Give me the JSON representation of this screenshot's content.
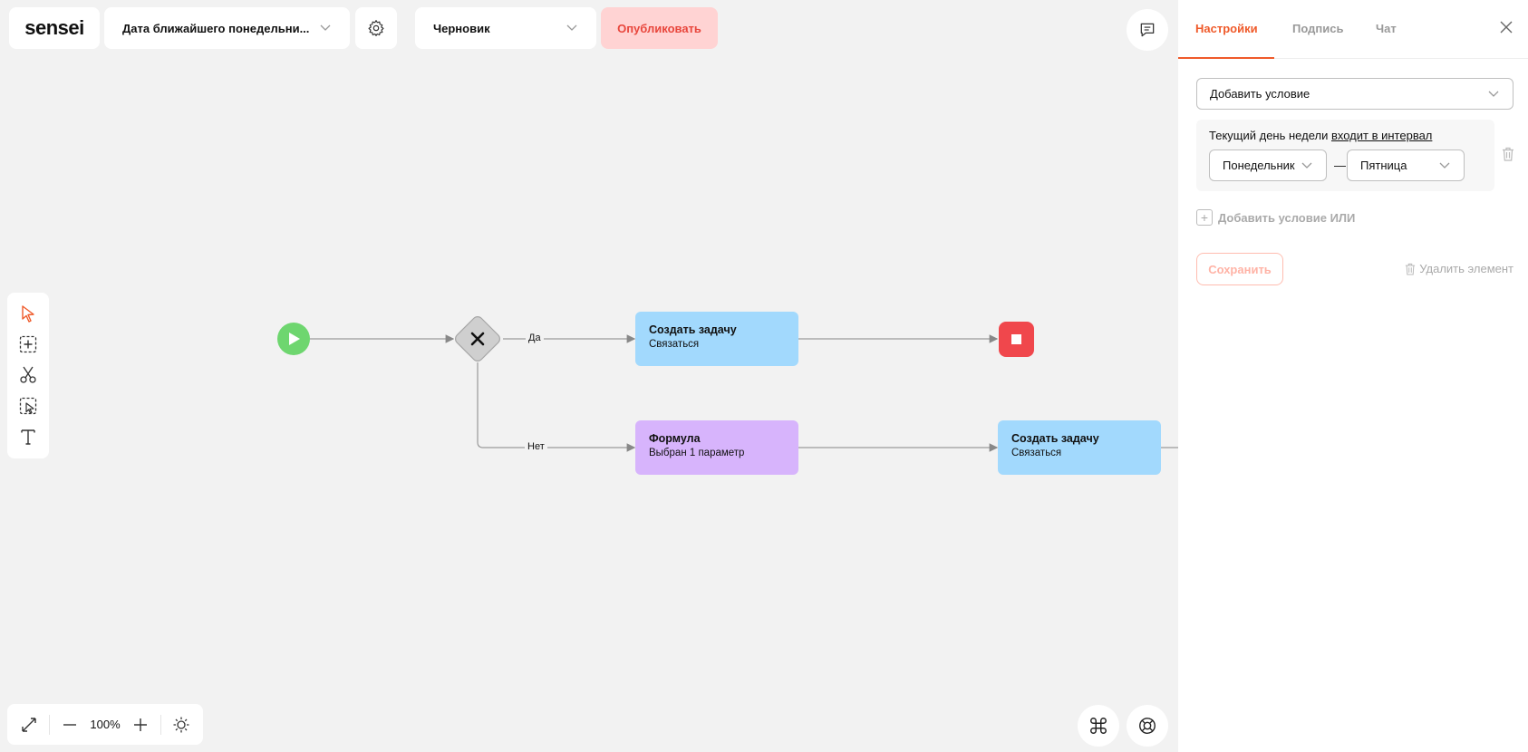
{
  "header": {
    "logo": "sensei",
    "process_name": "Дата ближайшего понедельни...",
    "status": "Черновик",
    "publish_label": "Опубликовать"
  },
  "canvas": {
    "edge_yes": "Да",
    "edge_no": "Нет",
    "nodes": [
      {
        "title": "Создать задачу",
        "subtitle": "Связаться"
      },
      {
        "title": "Формула",
        "subtitle": "Выбран 1 параметр"
      },
      {
        "title": "Создать задачу",
        "subtitle": "Связаться"
      }
    ]
  },
  "zoom": {
    "level": "100%"
  },
  "panel": {
    "tabs": [
      "Настройки",
      "Подпись",
      "Чат"
    ],
    "add_condition": "Добавить условие",
    "condition": {
      "text": "Текущий день недели",
      "link": "входит в интервал",
      "from": "Понедельник",
      "dash": "—",
      "to": "Пятница"
    },
    "add_or": "Добавить условие ИЛИ",
    "save": "Сохранить",
    "delete_element": "Удалить элемент"
  },
  "colors": {
    "accent": "#ef5a2a",
    "start": "#6ed66f",
    "end": "#f0474c",
    "task": "#a2d9fd",
    "formula": "#d7b4fc"
  }
}
